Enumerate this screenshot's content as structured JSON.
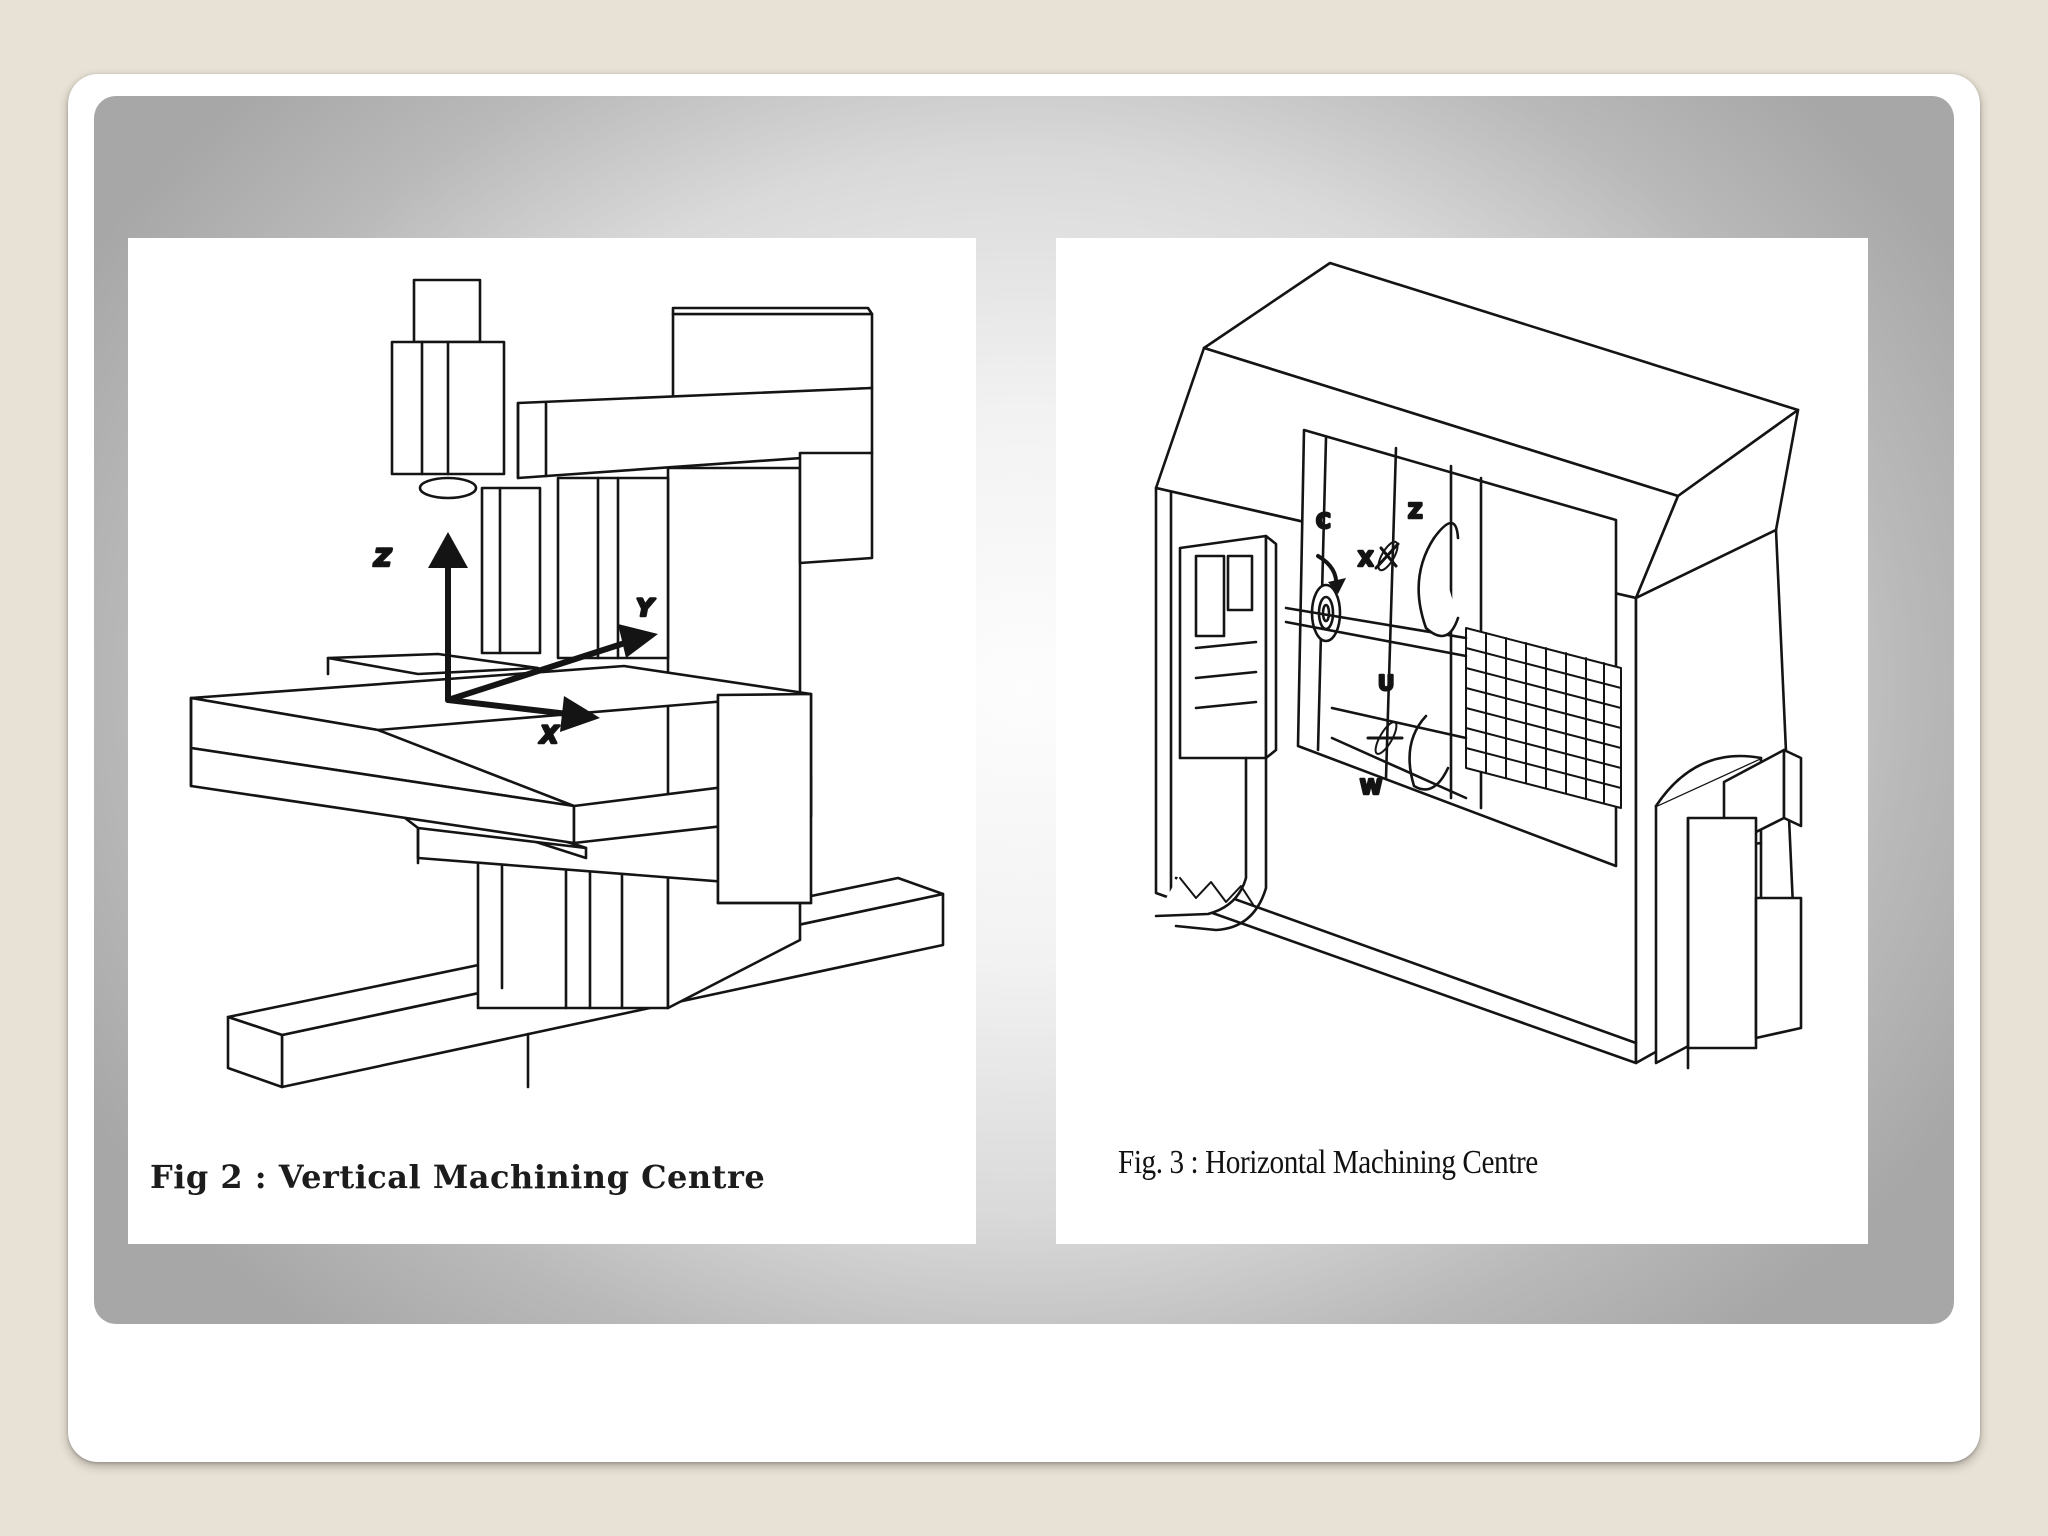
{
  "figures": {
    "vertical": {
      "caption": "Fig 2 : Vertical Machining Centre",
      "axes": {
        "z": "Z",
        "y": "Y",
        "x": "X"
      }
    },
    "horizontal": {
      "caption": "Fig. 3 : Horizontal Machining Centre",
      "axes": {
        "c": "C",
        "x": "X",
        "z": "Z",
        "u": "U",
        "w": "W"
      }
    }
  }
}
